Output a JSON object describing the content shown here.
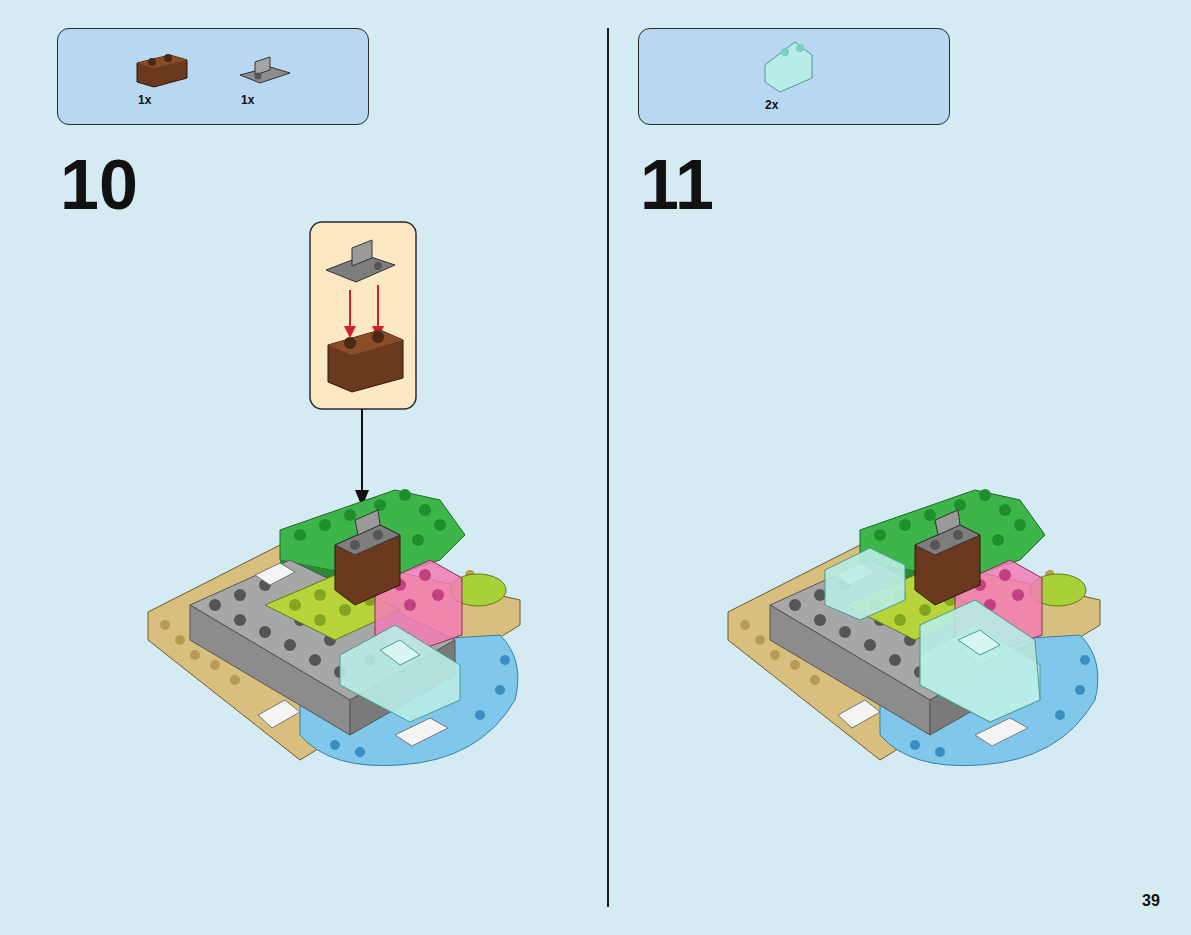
{
  "diagram": {
    "nodes": [
      {
        "text": [
          "1x",
          "1x"
        ]
      },
      {
        "text": [
          "2x"
        ]
      }
    ],
    "labels": [
      "10",
      "11",
      "39"
    ]
  }
}
